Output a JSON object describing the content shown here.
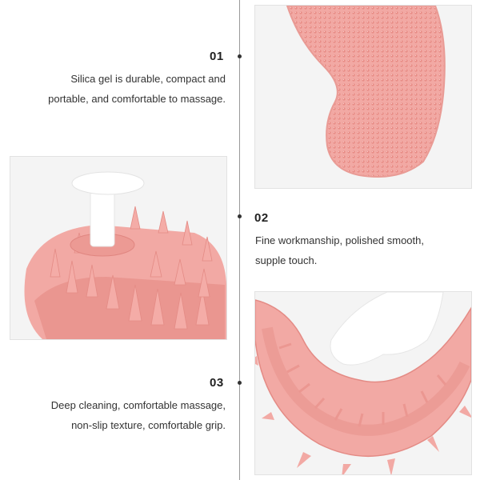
{
  "features": [
    {
      "number": "01",
      "lines": [
        "Silica gel is durable, compact and",
        "portable, and comfortable to massage."
      ]
    },
    {
      "number": "02",
      "lines": [
        "Fine workmanship, polished smooth,",
        "supple touch."
      ]
    },
    {
      "number": "03",
      "lines": [
        "Deep cleaning, comfortable massage,",
        "non-slip texture, comfortable grip."
      ]
    }
  ],
  "colors": {
    "silicone_pink": "#f2a9a4",
    "silicone_dark": "#e88c86",
    "handle_white": "#ffffff",
    "divider": "#9a9a9a",
    "text": "#333333"
  }
}
